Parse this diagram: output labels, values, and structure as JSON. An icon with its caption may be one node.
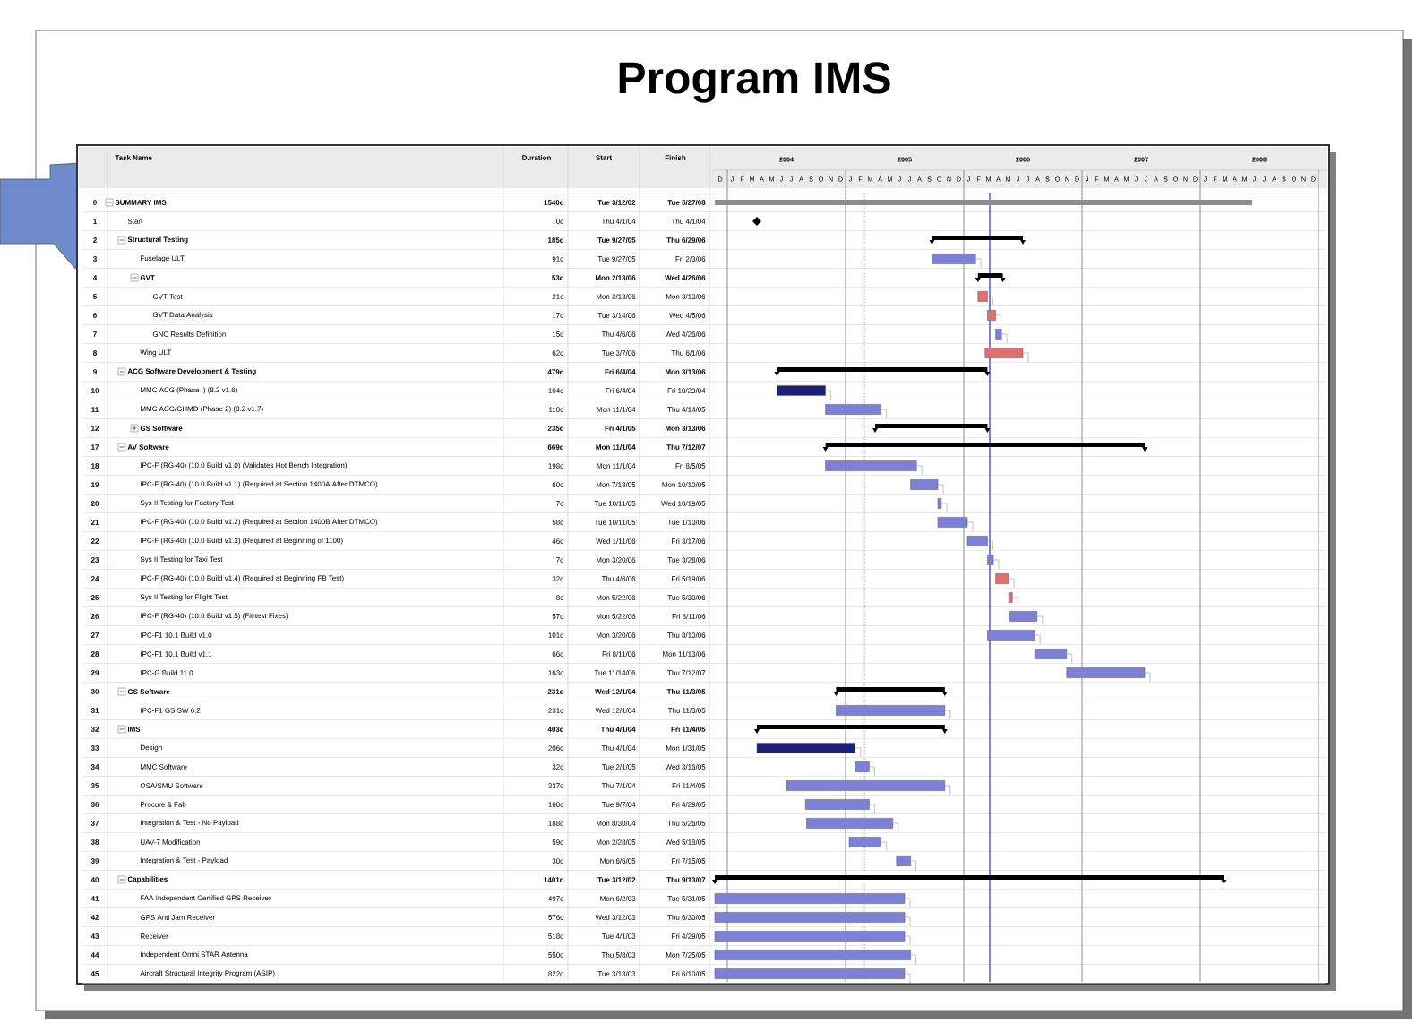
{
  "diagram": {
    "title": "Program IMS",
    "labels": [
      "Task Name",
      "Duration",
      "Start",
      "Finish",
      "0",
      "SUMMARY IMS",
      "1540d",
      "Tue 3/12/02",
      "Tue 5/27/08",
      "1",
      "Start",
      "0d",
      "Thu 4/1/04",
      "Thu 4/1/04",
      "2",
      "Structural Testing",
      "185d",
      "Tue 9/27/05",
      "Thu 6/29/06",
      "3",
      "Fuselage ULT",
      "91d",
      "Tue 9/27/05",
      "Fri 2/3/06",
      "4",
      "GVT",
      "53d",
      "Mon 2/13/06",
      "Wed 4/26/06",
      "5",
      "GVT Test",
      "21d",
      "Mon 2/13/06",
      "Mon 3/13/06",
      "6",
      "GVT Data Analysis",
      "17d",
      "Tue 3/14/06",
      "Wed 4/5/06",
      "7",
      "GNC Results Definition",
      "15d",
      "Thu 4/6/06",
      "Wed 4/26/06",
      "8",
      "Wing ULT",
      "62d",
      "Tue 3/7/06",
      "Thu 6/1/06",
      "9",
      "ACG Software Development & Testing",
      "479d",
      "Fri 6/4/04",
      "Mon 3/13/06",
      "10",
      "MMC ACG (Phase I) (8.2 v1.6)",
      "104d",
      "Fri 6/4/04",
      "Fri 10/29/04",
      "11",
      "MMC ACG/GHMD (Phase 2) (8.2 v1.7)",
      "110d",
      "Mon 11/1/04",
      "Thu 4/14/05",
      "12",
      "GS Software",
      "235d",
      "Fri 4/1/05",
      "Mon 3/13/06",
      "17",
      "AV Software",
      "669d",
      "Mon 11/1/04",
      "Thu 7/12/07",
      "18",
      "IPC-F (RG-40) (10.0 Build v1.0) (Validates Hot Bench Integration)",
      "198d",
      "Mon 11/1/04",
      "Fri 8/5/05",
      "19",
      "IPC-F (RG-40) (10.0 Build v1.1) (Required at Section 1400A After DTMCO)",
      "60d",
      "Mon 7/18/05",
      "Mon 10/10/05",
      "20",
      "Sys II Testing for Factory Test",
      "7d",
      "Tue 10/11/05",
      "Wed 10/19/05",
      "21",
      "IPC-F (RG-40) (10.0 Build v1.2) (Required at Section 1400B After DTMCO)",
      "58d",
      "Tue 10/11/05",
      "Tue 1/10/06",
      "22",
      "IPC-F (RG-40) (10.0 Build v1.3) (Required at Beginning of 1100)",
      "46d",
      "Wed 1/11/06",
      "Fri 3/17/06",
      "23",
      "Sys II Testing for Taxi Test",
      "7d",
      "Mon 3/20/06",
      "Tue 3/28/06",
      "24",
      "IPC-F (RG-40) (10.0 Build v1.4) (Required at Beginning FB Test)",
      "32d",
      "Thu 4/6/06",
      "Fri 5/19/06",
      "25",
      "Sys II Testing for Flight Test",
      "8d",
      "Mon 5/22/06",
      "Tue 5/30/06",
      "26",
      "IPC-F (RG-40) (10.0 Build v1.5) (Fit-test Fixes)",
      "57d",
      "Mon 5/22/06",
      "Fri 8/11/06",
      "27",
      "IPC-F1 10.1 Build v1.0",
      "101d",
      "Mon 3/20/06",
      "Thu 8/10/06",
      "28",
      "IPC-F1 10.1 Build v1.1",
      "66d",
      "Fri 8/11/06",
      "Mon 11/13/06",
      "29",
      "IPC-G Build 11.0",
      "163d",
      "Tue 11/14/06",
      "Thu 7/12/07",
      "30",
      "GS Software",
      "231d",
      "Wed 12/1/04",
      "Thu 11/3/05",
      "31",
      "IPC-F1 GS SW 6.2",
      "231d",
      "Wed 12/1/04",
      "Thu 11/3/05",
      "32",
      "IMS",
      "403d",
      "Thu 4/1/04",
      "Fri 11/4/05",
      "33",
      "Design",
      "206d",
      "Thu 4/1/04",
      "Mon 1/31/05",
      "34",
      "MMC Software",
      "32d",
      "Tue 2/1/05",
      "Wed 3/16/05",
      "35",
      "OSA/SMU Software",
      "337d",
      "Thu 7/1/04",
      "Fri 11/4/05",
      "36",
      "Procure & Fab",
      "160d",
      "Tue 9/7/04",
      "Fri 4/29/05",
      "37",
      "Integration & Test - No Payload",
      "188d",
      "Mon 8/30/04",
      "Thu 5/26/05",
      "38",
      "UAV-7 Modification",
      "59d",
      "Mon 2/28/05",
      "Wed 5/18/05",
      "39",
      "Integration & Test - Payload",
      "30d",
      "Mon 6/6/05",
      "Fri 7/15/05",
      "40",
      "Capabilities",
      "1401d",
      "Tue 3/12/02",
      "Thu 9/13/07",
      "41",
      "FAA Independent Certified GPS Receiver",
      "497d",
      "Mon 6/2/03",
      "Tue 5/31/05",
      "42",
      "GPS Anti Jam Receiver",
      "576d",
      "Wed 3/12/03",
      "Thu 6/30/05",
      "43",
      "Receiver",
      "518d",
      "Tue 4/1/03",
      "Fri 4/29/05",
      "44",
      "Independent Omni STAR Antenna",
      "550d",
      "Thu 5/8/03",
      "Mon 7/25/05",
      "45",
      "Aircraft Structural Integrity Program (ASIP)",
      "822d",
      "Tue 3/13/03",
      "Fri 6/10/05",
      "D",
      "2004",
      "J",
      "F",
      "M",
      "A",
      "M",
      "J",
      "J",
      "A",
      "S",
      "O",
      "N",
      "D",
      "2005",
      "J",
      "F",
      "M",
      "A",
      "M",
      "J",
      "J",
      "A",
      "S",
      "O",
      "N",
      "D",
      "2006",
      "J",
      "F",
      "M",
      "A",
      "M",
      "J",
      "J",
      "A",
      "S",
      "O",
      "N",
      "D",
      "2007",
      "J",
      "F",
      "M",
      "A",
      "M",
      "J",
      "J",
      "A",
      "S",
      "O",
      "N",
      "D",
      "2008",
      "J",
      "F",
      "M",
      "A",
      "M",
      "J",
      "J",
      "A",
      "S",
      "O",
      "N",
      "D"
    ]
  }
}
